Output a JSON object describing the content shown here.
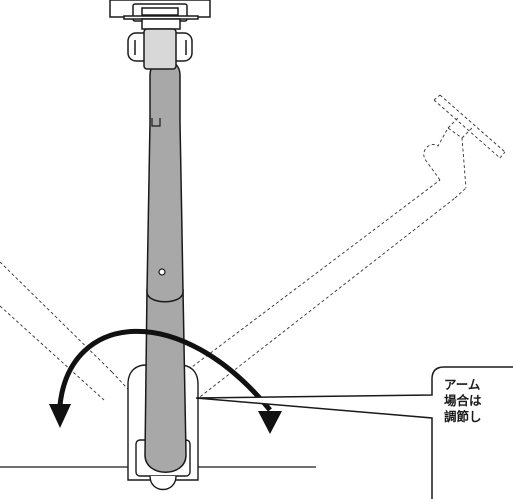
{
  "callout": {
    "lines": [
      "アーム",
      "場合は",
      "調節し"
    ]
  },
  "colors": {
    "arm_fill": "#a8a8a8",
    "outline": "#1a1a1a",
    "dashed": "#333333",
    "arrow": "#111111"
  }
}
